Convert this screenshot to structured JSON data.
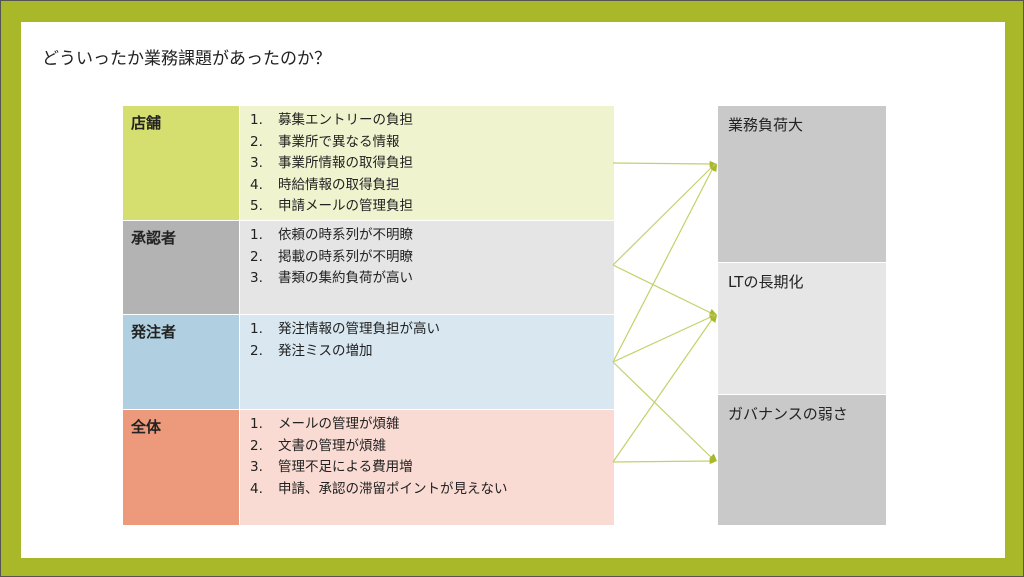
{
  "title": "どういったか業務課題があったのか？",
  "rows": [
    {
      "label": "店舗",
      "label_color": "#d5df6f",
      "bg": "#eff4cf",
      "items": [
        "募集エントリーの負担",
        "事業所で異なる情報",
        "事業所情報の取得負担",
        "時給情報の取得負担",
        "申請メールの管理負担"
      ]
    },
    {
      "label": "承認者",
      "label_color": "#b3b3b3",
      "bg": "#e5e5e5",
      "items": [
        "依頼の時系列が不明瞭",
        "掲載の時系列が不明瞭",
        "書類の集約負荷が高い"
      ]
    },
    {
      "label": "発注者",
      "label_color": "#b0d0e1",
      "bg": "#d8e7f0",
      "items": [
        "発注情報の管理負担が高い",
        "発注ミスの増加"
      ]
    },
    {
      "label": "全体",
      "label_color": "#ec9a7b",
      "bg": "#f9dbd3",
      "items": [
        "メールの管理が煩雑",
        "文書の管理が煩雑",
        "管理不足による費用増",
        "申請、承認の滞留ポイントが見えない"
      ]
    }
  ],
  "outcomes": [
    {
      "label": "業務負荷大",
      "bg": "#c9c9c9"
    },
    {
      "label": "LTの長期化",
      "bg": "#e6e6e6"
    },
    {
      "label": "ガバナンスの弱さ",
      "bg": "#c9c9c9"
    }
  ],
  "links": [
    [
      0,
      0
    ],
    [
      1,
      0
    ],
    [
      1,
      1
    ],
    [
      2,
      0
    ],
    [
      2,
      1
    ],
    [
      2,
      2
    ],
    [
      3,
      1
    ],
    [
      3,
      2
    ]
  ],
  "arrow_color": "#c3d16a"
}
